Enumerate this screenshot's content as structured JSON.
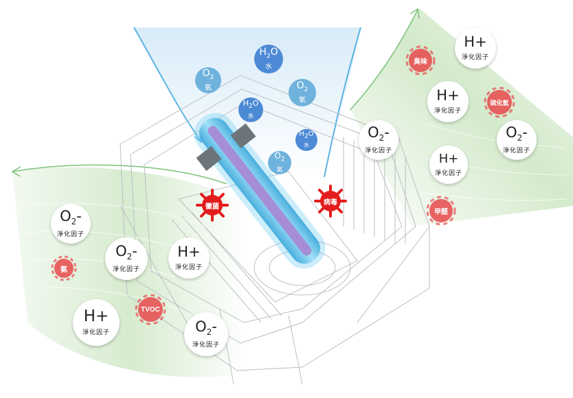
{
  "pos_ion": {
    "formula": "H+",
    "label": "淨化因子"
  },
  "neg_ion": {
    "formula": "O",
    "formula_sub": "2",
    "formula_sup": "-",
    "label": "淨化因子"
  },
  "oxygen": {
    "formula": "O",
    "formula_sub": "2",
    "label": "氧"
  },
  "water": {
    "formula": "H",
    "formula_sub": "2",
    "formula_end": "O",
    "label": "水"
  },
  "pollutants": {
    "odor": "臭味",
    "sulfide": "硫化氫",
    "formaldehyde": "甲醛",
    "ammonia": "氨",
    "tvoc": "TVOC",
    "mold": "黴菌",
    "virus": "病毒"
  },
  "colors": {
    "ion_pollutant_red": "#e8494b",
    "mold_red": "#e21d1d",
    "water_blue": "#4d8ad6",
    "oxygen_blue": "#6fb2dd",
    "inflow_blue": "#cfe6f7",
    "outflow_green": "#c9e6c0",
    "lamp_glow": "#5fc4ec",
    "lamp_core": "#a58ed6"
  },
  "icons": [
    "inflow-arrow-icon",
    "outflow-arrow-icon",
    "uv-lamp-icon",
    "germ-icon"
  ]
}
